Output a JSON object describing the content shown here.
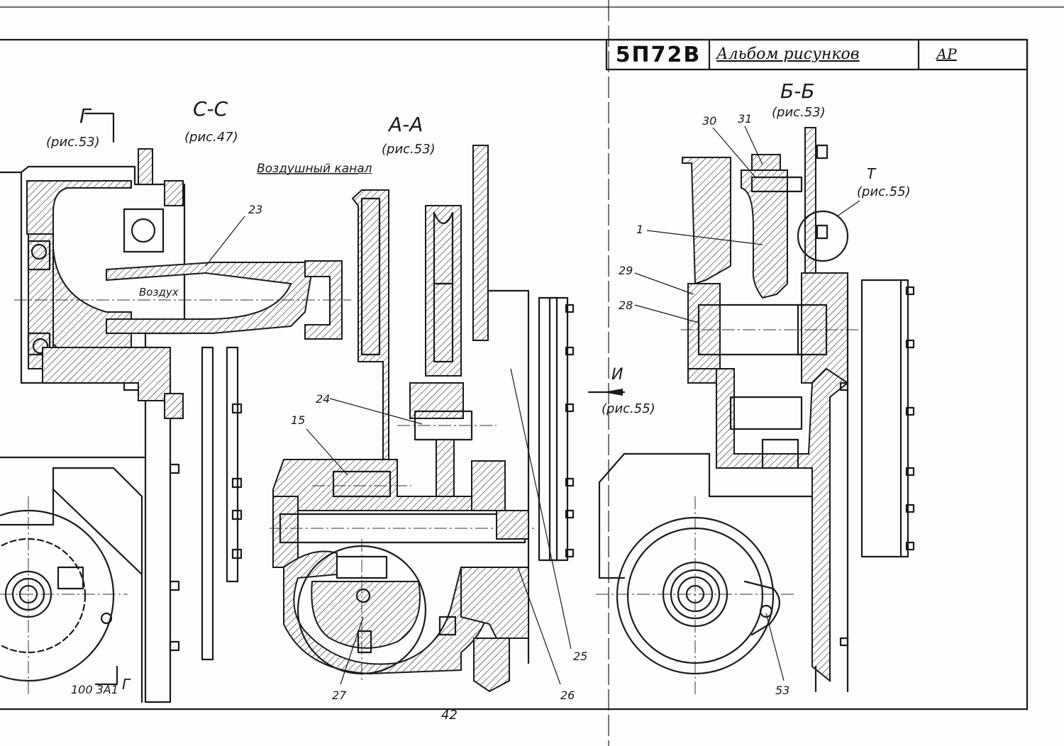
{
  "title_block": {
    "code": "5П72В",
    "name": "Альбом рисунков",
    "catalog": "АР"
  },
  "sections": [
    {
      "id": "G",
      "title": "Г",
      "ref": "(рис.53)"
    },
    {
      "id": "CC",
      "title": "С-С",
      "ref": "(рис.47)"
    },
    {
      "id": "AA",
      "title": "А-А",
      "ref": "(рис.53)"
    },
    {
      "id": "BB",
      "title": "Б-Б",
      "ref": "(рис.53)"
    },
    {
      "id": "I",
      "title": "И",
      "ref": "(рис.55)"
    },
    {
      "id": "T",
      "title": "Т",
      "ref": "(рис.55)"
    }
  ],
  "annotations": {
    "air_channel": "Воздушный канал",
    "air": "Воздух",
    "part_code": "100 3А1",
    "view_g": "Г",
    "page_number": "42"
  },
  "callouts": [
    "23",
    "24",
    "15",
    "25",
    "26",
    "27",
    "30",
    "31",
    "1",
    "29",
    "28",
    "53"
  ]
}
